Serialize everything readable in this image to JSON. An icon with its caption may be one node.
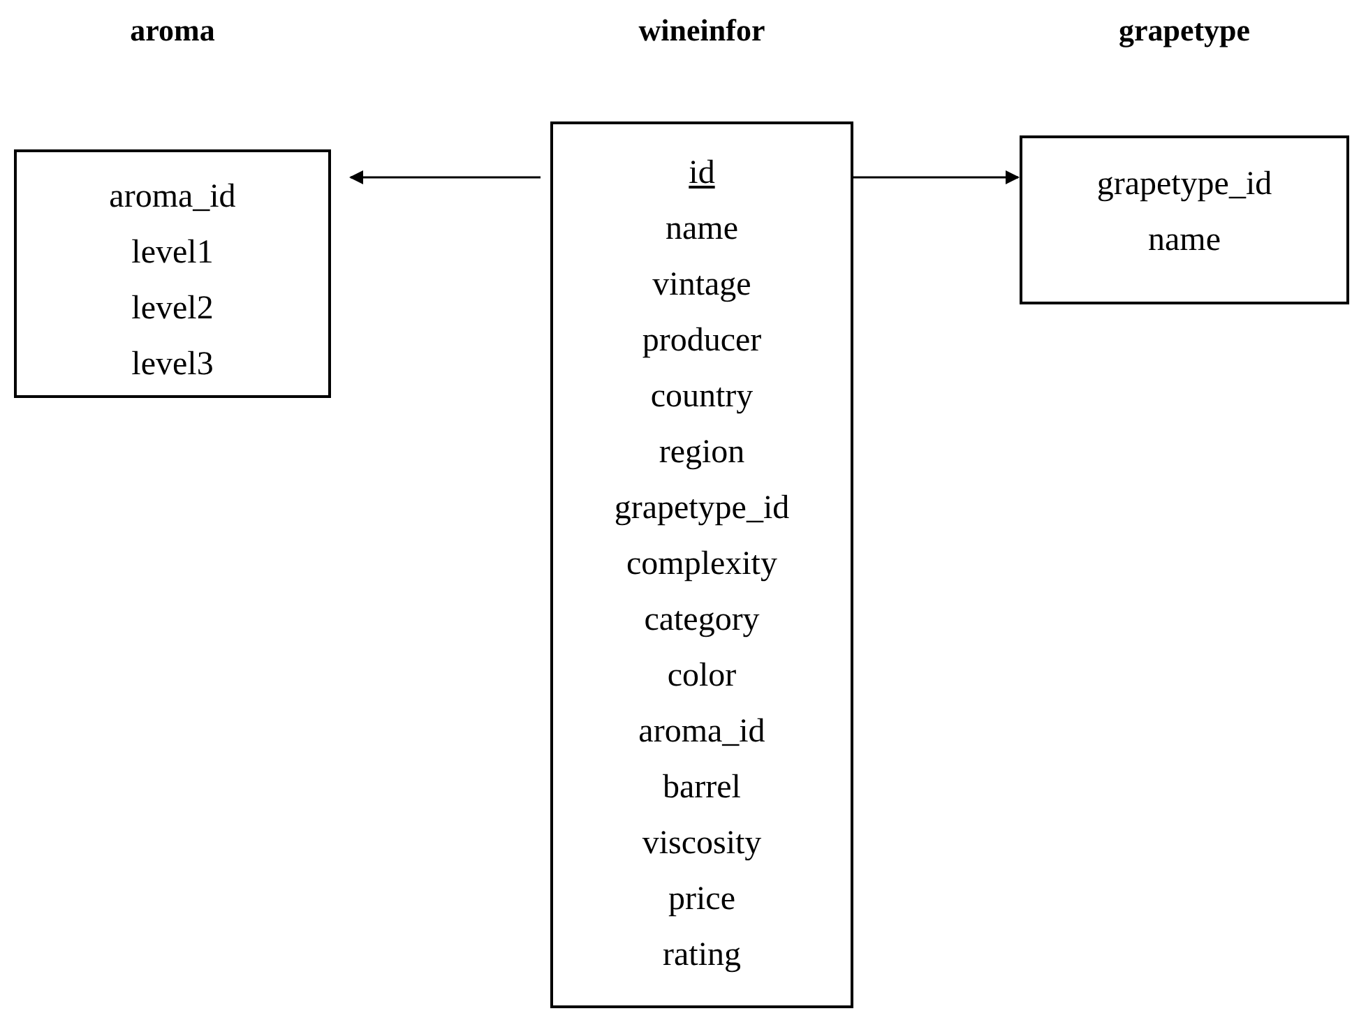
{
  "diagram": {
    "nodes": [
      {
        "text": [
          "aroma",
          "aroma_id",
          "level1",
          "level2",
          "level3"
        ]
      },
      {
        "text": [
          "wineinfor",
          "id",
          "name",
          "vintage",
          "producer",
          "country",
          "region",
          "grapetype_id",
          "complexity",
          "category",
          "color",
          "aroma_id",
          "barrel",
          "viscosity",
          "price",
          "rating"
        ]
      },
      {
        "text": [
          "grapetype",
          "grapetype_id",
          "name"
        ]
      }
    ],
    "edges": [
      {
        "from": 1,
        "to": 0,
        "arrow": "to"
      },
      {
        "from": 1,
        "to": 2,
        "arrow": "to"
      }
    ]
  }
}
